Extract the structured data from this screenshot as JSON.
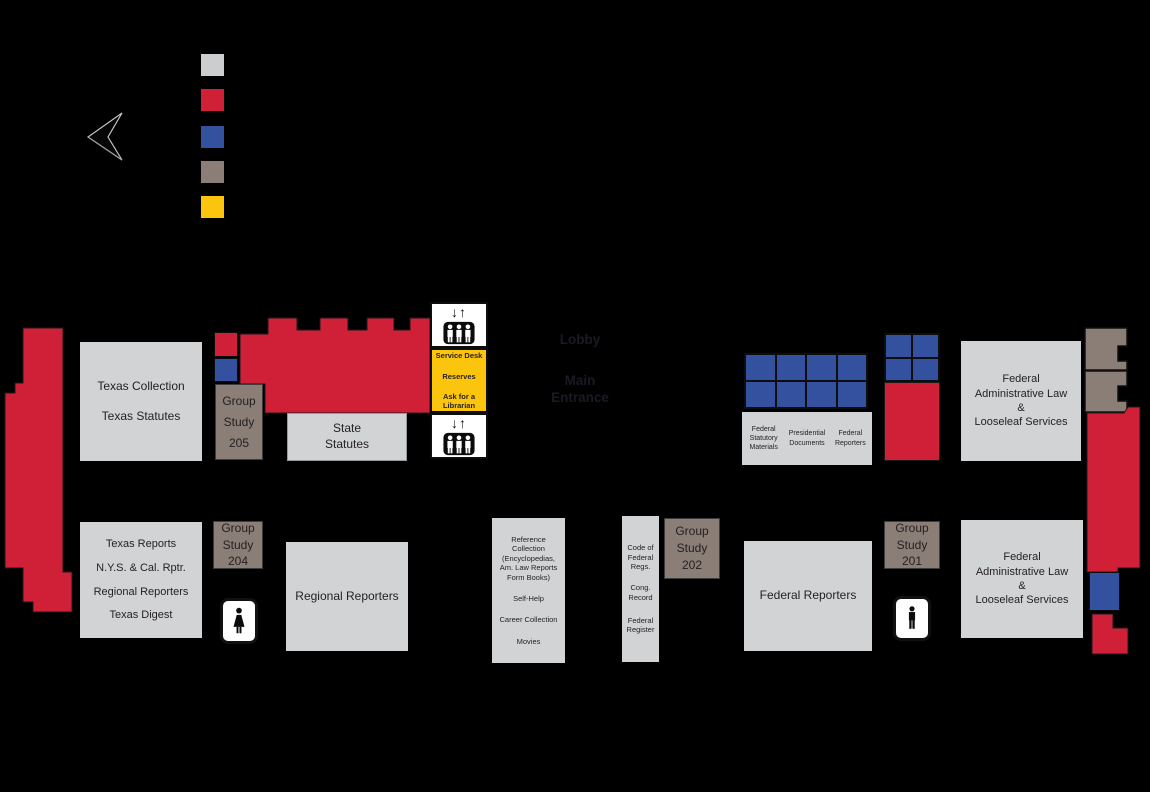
{
  "colors": {
    "bg": "#000000",
    "area_gray": "#d1d3d4",
    "red": "#d02038",
    "blue": "#3451a0",
    "taupe": "#8b7e77",
    "yellow": "#fbc50d",
    "white": "#ffffff",
    "dark_label": "#1a1a24"
  },
  "legend": {
    "swatches": [
      {
        "name": "gray",
        "color": "#cbcdce"
      },
      {
        "name": "red",
        "color": "#d02038"
      },
      {
        "name": "blue",
        "color": "#3451a0"
      },
      {
        "name": "taupe",
        "color": "#8b7e77"
      },
      {
        "name": "yellow",
        "color": "#fbc50d"
      }
    ]
  },
  "labels": {
    "lobby": "Lobby",
    "main_entrance_line1": "Main",
    "main_entrance_line2": "Entrance"
  },
  "icons": {
    "elevator_down_arrow": "↓",
    "elevator_up_arrow": "↑"
  },
  "areas": {
    "texas_collection": {
      "lines": [
        "Texas Collection",
        "Texas Statutes"
      ]
    },
    "group_study_205": {
      "lines": [
        "Group",
        "Study",
        "205"
      ]
    },
    "state_statutes": {
      "lines": [
        "State",
        "Statutes"
      ]
    },
    "service_desk": {
      "lines": [
        "Service Desk",
        "Reserves",
        "Ask for a",
        "Librarian"
      ]
    },
    "federal_statutory_materials": {
      "lines": [
        "Federal",
        "Statutory",
        "Materials"
      ]
    },
    "presidential_documents": {
      "lines": [
        "Presidential",
        "Documents"
      ]
    },
    "federal_reporters_small": {
      "lines": [
        "Federal",
        "Reporters"
      ]
    },
    "federal_admin_law_north": {
      "lines": [
        "Federal",
        "Administrative Law",
        "&",
        "Looseleaf Services"
      ]
    },
    "texas_reports": {
      "lines": [
        "Texas Reports",
        "N.Y.S. & Cal. Rptr.",
        "Regional Reporters",
        "Texas Digest"
      ]
    },
    "group_study_204": {
      "lines": [
        "Group",
        "Study",
        "204"
      ]
    },
    "regional_reporters": {
      "label": "Regional Reporters"
    },
    "reference_collection": {
      "lines": [
        "Reference",
        "Collection",
        "(Encyclopedias,",
        "Am. Law Reports",
        "Form Books)",
        "Self-Help",
        "Career Collection",
        "Movies"
      ]
    },
    "code_federal_regs": {
      "lines": [
        "Code of",
        "Federal",
        "Regs.",
        "Cong.",
        "Record",
        "Federal",
        "Register"
      ]
    },
    "group_study_202": {
      "lines": [
        "Group",
        "Study",
        "202"
      ]
    },
    "federal_reporters_large": {
      "label": "Federal Reporters"
    },
    "group_study_201": {
      "lines": [
        "Group",
        "Study",
        "201"
      ]
    },
    "federal_admin_law_south": {
      "lines": [
        "Federal",
        "Administrative Law",
        "&",
        "Looseleaf Services"
      ]
    }
  }
}
